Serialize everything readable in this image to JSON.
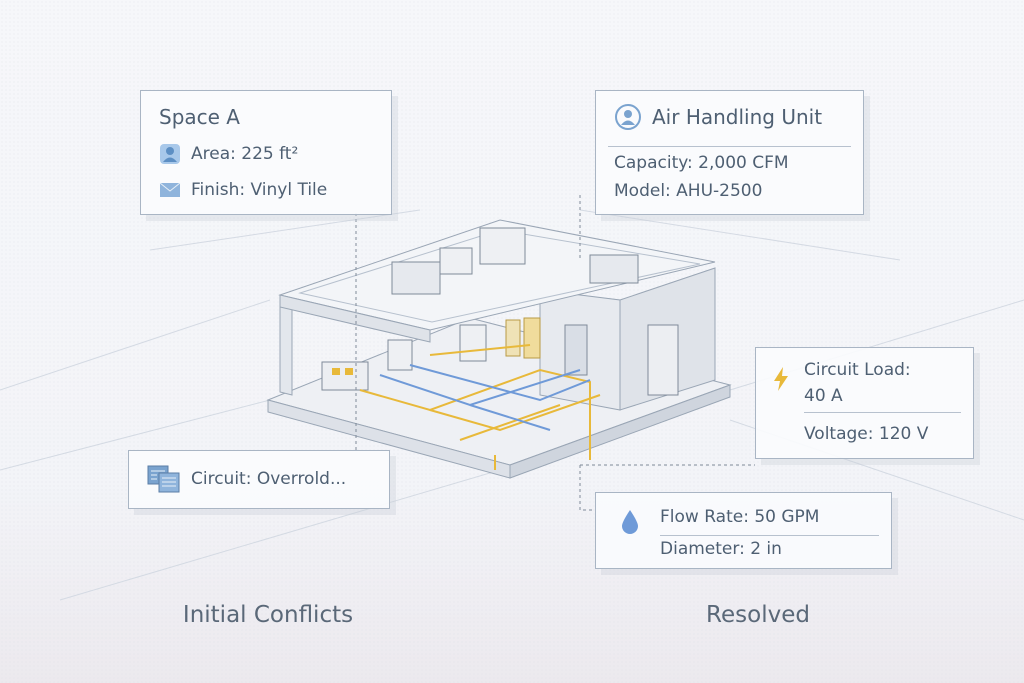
{
  "space_card": {
    "title": "Space A",
    "area": "Area: 225 ft²",
    "finish": "Finish: Vinyl Tile",
    "icons": [
      "person-icon",
      "envelope-icon"
    ]
  },
  "ahu_card": {
    "title": "Air Handling Unit",
    "capacity": "Capacity: 2,000 CFM",
    "model": "Model: AHU-2500",
    "icon": "user-circle-icon"
  },
  "circuit_load_card": {
    "title": "Circuit Load:",
    "value": "40 A",
    "voltage": "Voltage: 120 V",
    "icon": "lightning-icon"
  },
  "circuit_overload_card": {
    "text": "Circuit: Overrold...",
    "icon": "documents-icon"
  },
  "flow_card": {
    "flow": "Flow Rate: 50 GPM",
    "diameter": "Diameter: 2 in",
    "icon": "water-drop-icon"
  },
  "captions": {
    "left": "Initial Conflicts",
    "right": "Resolved"
  },
  "colors": {
    "electrical": "#e8b93a",
    "plumbing": "#6f9ad8",
    "frame": "#a9b5c4"
  }
}
